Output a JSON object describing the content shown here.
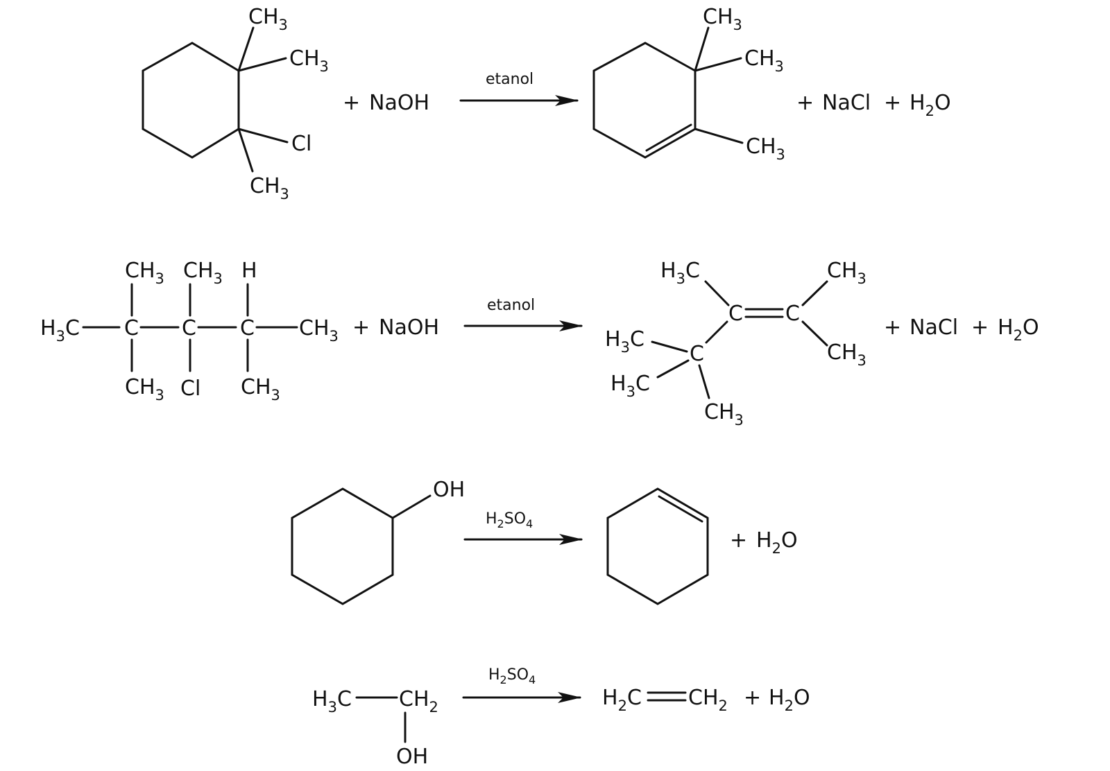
{
  "conditions": {
    "ethanol": "etanol",
    "sulfuric_acid": {
      "base1": "H",
      "sub1": "2",
      "base2": "SO",
      "sub2": "4"
    }
  },
  "symbols": {
    "plus": "+"
  },
  "reagents": {
    "naoh": "NaOH",
    "nacl": "NaCl"
  },
  "water": {
    "base": "H",
    "sub": "2",
    "tail": "O"
  },
  "groups": {
    "methyl": {
      "base": "CH",
      "sub": "3"
    },
    "methyl_left": {
      "base": "H",
      "sub": "3",
      "tail": "C"
    },
    "methylene": {
      "base": "CH",
      "sub": "2"
    },
    "methylene_left": {
      "base": "H",
      "sub": "2",
      "tail": "C"
    },
    "carbon": "C",
    "hydrogen": "H",
    "chlorine": "Cl",
    "hydroxyl": "OH"
  },
  "colors": {
    "ink": "#111111",
    "background": "#ffffff"
  }
}
